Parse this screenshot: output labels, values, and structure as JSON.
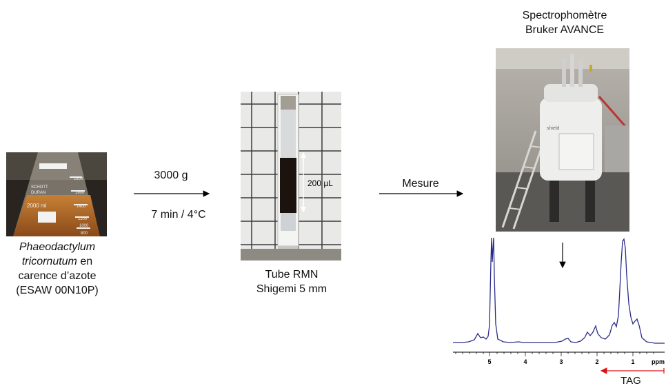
{
  "flask": {
    "caption_line1": "Phaeodactylum",
    "caption_line2_italic": "tricornutum",
    "caption_line2_rest": " en",
    "caption_line3": "carence d’azote",
    "caption_line4": "(ESAW 00N10P)",
    "brand": "SCHOTT",
    "brand2": "DURAN",
    "volume_label": "2000 ml",
    "graduations": [
      "1800",
      "1600",
      "1400",
      "1200",
      "1000",
      "800"
    ]
  },
  "step1": {
    "force": "3000 g",
    "conditions": "7 min / 4°C"
  },
  "tube": {
    "volume_label": "200 µL",
    "caption_line1": "Tube RMN",
    "caption_line2": "Shigemi 5 mm"
  },
  "step2": {
    "label": "Mesure"
  },
  "spectrometer": {
    "title_line1": "Spectrophomètre",
    "title_line2": "Bruker AVANCE",
    "photo_text": "shield"
  },
  "spectrum": {
    "axis_unit": "ppm",
    "ticks": [
      "5",
      "4",
      "3",
      "2",
      "1"
    ],
    "region_label": "TAG",
    "colors": {
      "trace": "#2a2a8a",
      "tag_arrow": "#e01010"
    }
  }
}
